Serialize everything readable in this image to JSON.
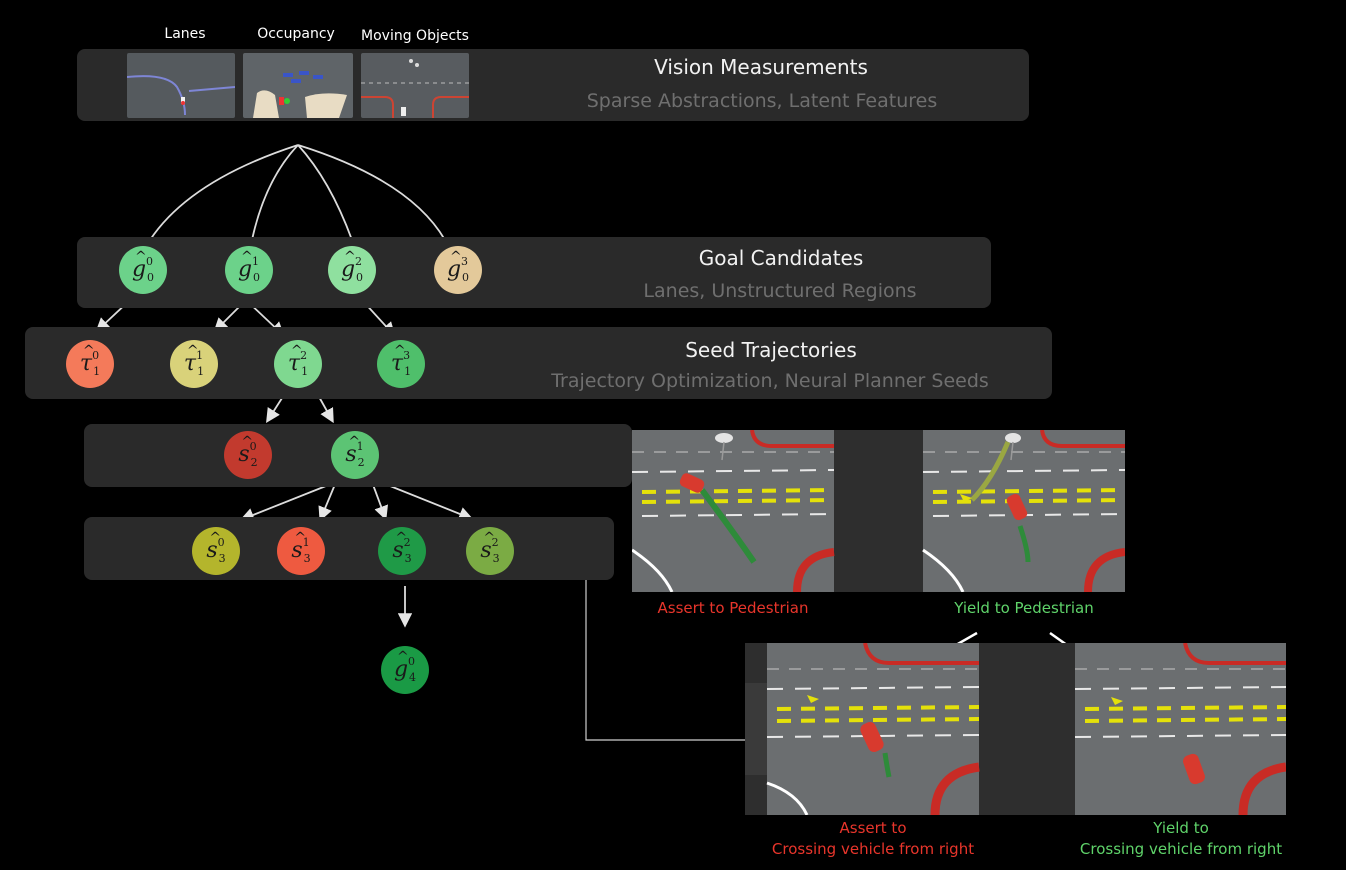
{
  "vision": {
    "thumb_labels": [
      "Lanes",
      "Occupancy",
      "Moving Objects"
    ],
    "title": "Vision Measurements",
    "subtitle": "Sparse Abstractions, Latent Features"
  },
  "goals": {
    "title": "Goal Candidates",
    "subtitle": "Lanes, Unstructured Regions",
    "nodes": [
      {
        "sym": "g",
        "sup": "0",
        "sub": "0",
        "color": "#6cd28a"
      },
      {
        "sym": "g",
        "sup": "1",
        "sub": "0",
        "color": "#6cd28a"
      },
      {
        "sym": "g",
        "sup": "2",
        "sub": "0",
        "color": "#8fe09f"
      },
      {
        "sym": "g",
        "sup": "3",
        "sub": "0",
        "color": "#e3c99a"
      }
    ]
  },
  "seeds": {
    "title": "Seed Trajectories",
    "subtitle": "Trajectory Optimization, Neural Planner Seeds",
    "nodes": [
      {
        "sym": "τ",
        "sup": "0",
        "sub": "1",
        "color": "#f47a5a"
      },
      {
        "sym": "τ",
        "sup": "1",
        "sub": "1",
        "color": "#d9d27a"
      },
      {
        "sym": "τ",
        "sup": "2",
        "sub": "1",
        "color": "#7fd890"
      },
      {
        "sym": "τ",
        "sup": "3",
        "sub": "1",
        "color": "#4fbf6b"
      }
    ]
  },
  "level2": {
    "nodes": [
      {
        "sym": "s",
        "sup": "0",
        "sub": "2",
        "color": "#c23a2e"
      },
      {
        "sym": "s",
        "sup": "1",
        "sub": "2",
        "color": "#5cc474"
      }
    ]
  },
  "level3": {
    "nodes": [
      {
        "sym": "s",
        "sup": "0",
        "sub": "3",
        "color": "#b4b52c"
      },
      {
        "sym": "s",
        "sup": "1",
        "sub": "3",
        "color": "#ee5a40"
      },
      {
        "sym": "s",
        "sup": "2",
        "sub": "3",
        "color": "#1f9a47"
      },
      {
        "sym": "s",
        "sup": "2",
        "sub": "3",
        "color": "#7bab44"
      }
    ]
  },
  "level4": {
    "nodes": [
      {
        "sym": "g",
        "sup": "0",
        "sub": "4",
        "color": "#1a9a45"
      }
    ]
  },
  "scenarios": {
    "assert_ped": "Assert to Pedestrian",
    "yield_ped": "Yield to Pedestrian",
    "assert_cross_1": "Assert to",
    "assert_cross_2": "Crossing vehicle from right",
    "yield_cross_1": "Yield to",
    "yield_cross_2": "Crossing vehicle from right",
    "assert_color": "#e8352b",
    "yield_color": "#5fd36a"
  }
}
